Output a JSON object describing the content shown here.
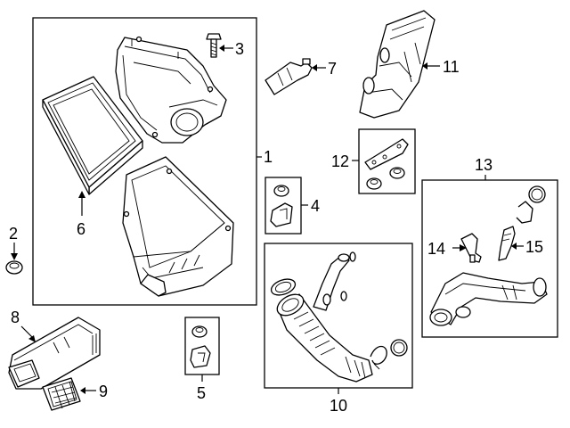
{
  "callouts": {
    "c1": "1",
    "c2": "2",
    "c3": "3",
    "c4": "4",
    "c5": "5",
    "c6": "6",
    "c7": "7",
    "c8": "8",
    "c9": "9",
    "c10": "10",
    "c11": "11",
    "c12": "12",
    "c13": "13",
    "c14": "14",
    "c15": "15"
  },
  "icons": {
    "air-cleaner-lid": "air-cleaner-upper-housing",
    "air-filter": "filter-element",
    "air-cleaner-base": "air-cleaner-lower-housing",
    "grommet": "rubber-grommet",
    "bolt": "screw",
    "maf-sensor": "mass-air-flow-sensor",
    "mount-bracket": "bracket",
    "inlet-duct": "air-inlet-duct",
    "screen": "grille",
    "intake-hose": "intake-tube",
    "resonator": "resonator-box",
    "bracket-kit": "brackets-and-grommets",
    "turbo-tube": "charge-tube",
    "pressure-sensor": "sensor",
    "temp-sensor": "sensor"
  }
}
